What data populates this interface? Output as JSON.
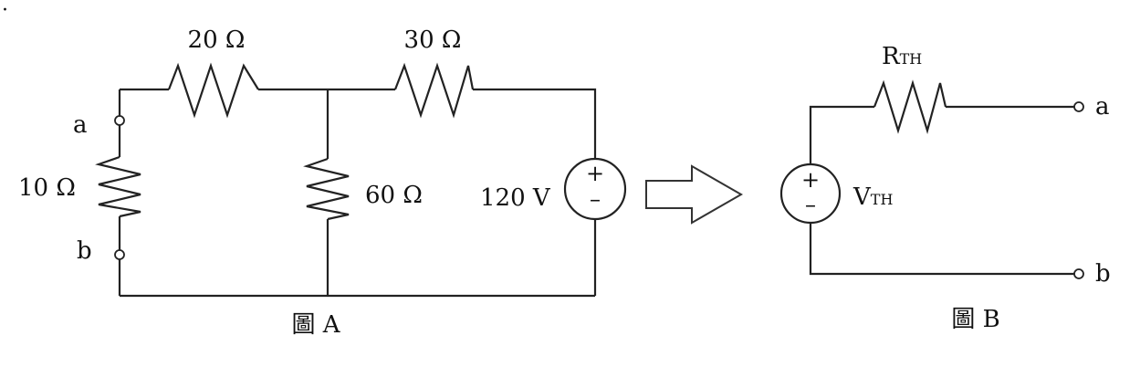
{
  "figure_a": {
    "caption": "圖 A",
    "r_top_left": "20 Ω",
    "r_top_right": "30 Ω",
    "r_left": "10 Ω",
    "r_middle": "60 Ω",
    "source_voltage": "120 V",
    "terminal_a": "a",
    "terminal_b": "b"
  },
  "figure_b": {
    "caption": "圖 B",
    "r_th_main": "R",
    "r_th_sub": "TH",
    "v_th_main": "V",
    "v_th_sub": "TH",
    "terminal_a": "a",
    "terminal_b": "b"
  },
  "source_signs": {
    "plus": "+",
    "minus": "–"
  },
  "stray_mark": "·",
  "colors": {
    "ink": "#222222",
    "background": "#ffffff"
  }
}
